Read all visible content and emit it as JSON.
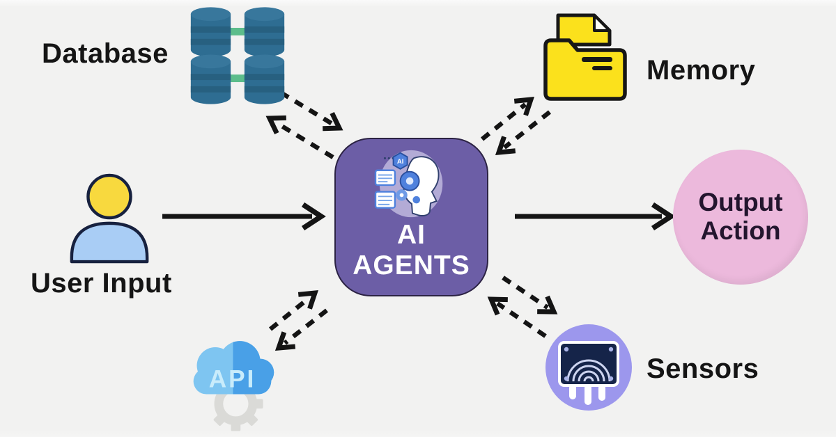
{
  "diagram": {
    "nodes": {
      "database": {
        "label": "Database",
        "icon": "database-cluster-icon"
      },
      "memory": {
        "label": "Memory",
        "icon": "folder-document-icon"
      },
      "user_input": {
        "label": "User Input",
        "icon": "person-icon"
      },
      "ai_agents": {
        "line1": "AI",
        "line2": "AGENTS",
        "badge": "AI",
        "icon": "ai-head-icon"
      },
      "output_action": {
        "line1": "Output",
        "line2": "Action"
      },
      "api": {
        "label": "API",
        "icon": "api-cloud-icon"
      },
      "sensors": {
        "label": "Sensors",
        "icon": "sensor-chip-icon"
      }
    },
    "edges": [
      {
        "from": "user_input",
        "to": "ai_agents",
        "style": "solid",
        "direction": "one-way"
      },
      {
        "from": "ai_agents",
        "to": "output_action",
        "style": "solid",
        "direction": "one-way"
      },
      {
        "from": "ai_agents",
        "to": "database",
        "style": "dashed",
        "direction": "two-way"
      },
      {
        "from": "ai_agents",
        "to": "memory",
        "style": "dashed",
        "direction": "two-way"
      },
      {
        "from": "ai_agents",
        "to": "api",
        "style": "dashed",
        "direction": "two-way"
      },
      {
        "from": "ai_agents",
        "to": "sensors",
        "style": "dashed",
        "direction": "two-way"
      }
    ],
    "colors": {
      "background": "#f2f2f1",
      "center_box": "#6c5ea6",
      "output_circle": "#ecb9dc",
      "sensors_circle": "#9c97ed",
      "api_cloud": "#49a0e7",
      "folder_yellow": "#fbe11c",
      "database_teal": "#2e6d92",
      "database_link_green": "#5cbd8b",
      "user_head_yellow": "#f8d93e",
      "user_body_blue": "#a9cdf5",
      "arrow_black": "#141414"
    }
  }
}
